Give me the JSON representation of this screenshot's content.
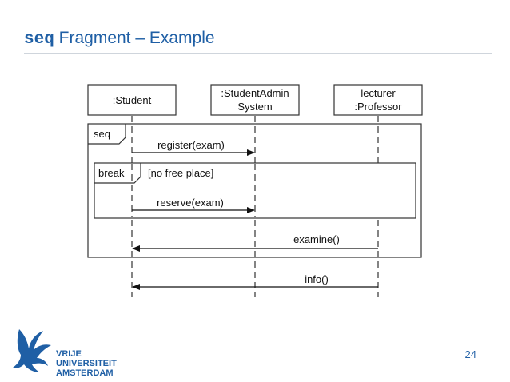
{
  "slide": {
    "title_keyword": "seq",
    "title_rest": " Fragment – Example",
    "page_number": "24"
  },
  "lifelines": [
    {
      "line1": ":Student",
      "line2": ""
    },
    {
      "line1": ":StudentAdmin",
      "line2": "System"
    },
    {
      "line1": "lecturer",
      "line2": ":Professor"
    }
  ],
  "fragments": {
    "outer_operator": "seq",
    "inner_operator": "break",
    "inner_guard": "[no free place]"
  },
  "messages": [
    {
      "label": "register(exam)"
    },
    {
      "label": "reserve(exam)"
    },
    {
      "label": "examine()"
    },
    {
      "label": "info()"
    }
  ],
  "logo": {
    "line1": "VRIJE",
    "line2": "UNIVERSITEIT",
    "line3": "AMSTERDAM"
  },
  "colors": {
    "accent": "#1f5fa5",
    "diagram_stroke": "#333333"
  }
}
